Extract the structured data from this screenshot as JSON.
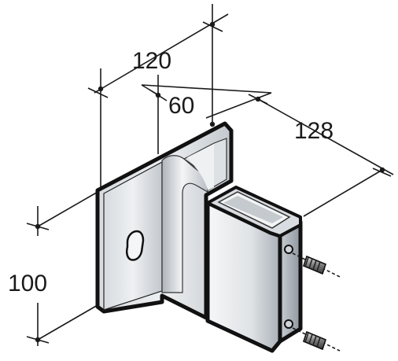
{
  "dimensions": [
    {
      "id": "dim-120",
      "text": "120"
    },
    {
      "id": "dim-60",
      "text": "60"
    },
    {
      "id": "dim-128",
      "text": "128"
    },
    {
      "id": "dim-100",
      "text": "100"
    }
  ],
  "colors": {
    "outline": "#111111",
    "metal_light": "#eef0f2",
    "metal_mid": "#c9ced3",
    "metal_dark": "#9aa1a8",
    "dimension_line": "#1a1a1a"
  }
}
